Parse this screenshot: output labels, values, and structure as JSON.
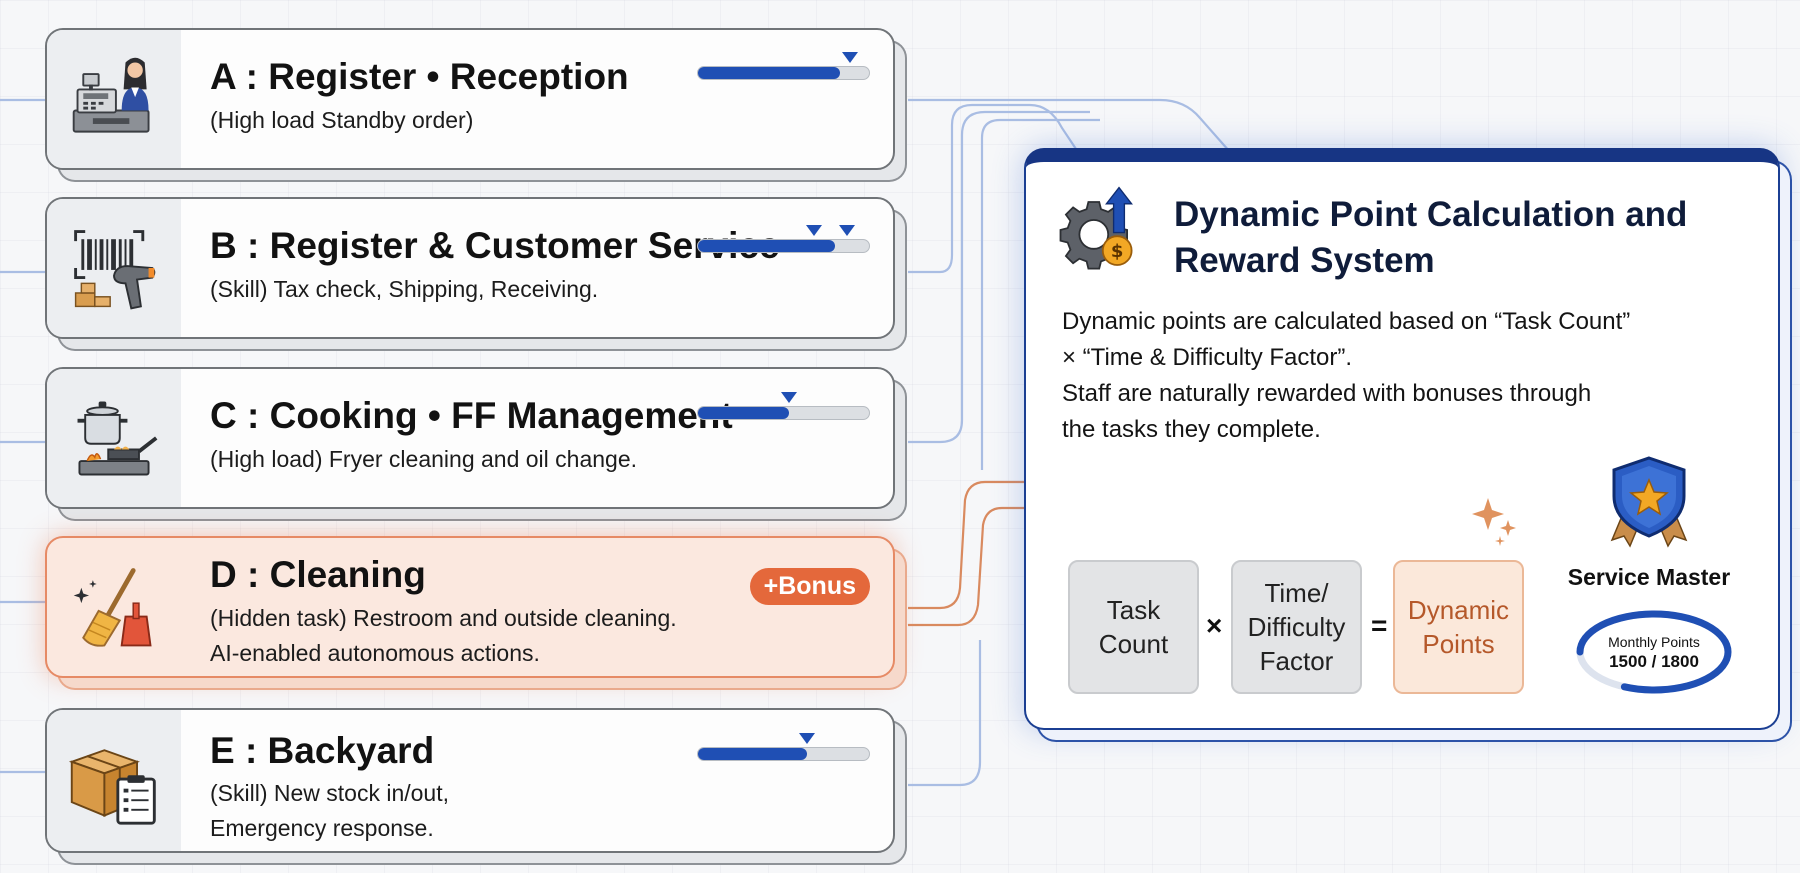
{
  "tasks": [
    {
      "id": "a",
      "title": "A : Register • Reception",
      "desc": [
        "(High load Standby order)"
      ],
      "progress": 0.83,
      "markers": [
        0.89
      ]
    },
    {
      "id": "b",
      "title": "B : Register & Customer Service",
      "desc": [
        "(Skill) Tax check, Shipping, Receiving."
      ],
      "progress": 0.8,
      "markers": [
        0.68,
        0.87
      ]
    },
    {
      "id": "c",
      "title": "C : Cooking • FF Management",
      "desc": [
        "(High load) Fryer cleaning and oil change."
      ],
      "progress": 0.53,
      "markers": [
        0.53
      ]
    },
    {
      "id": "d",
      "title": "D : Cleaning",
      "desc": [
        "(Hidden task) Restroom and outside cleaning.",
        "AI-enabled autonomous actions."
      ],
      "bonus": "+Bonus"
    },
    {
      "id": "e",
      "title": "E : Backyard",
      "desc": [
        "(Skill) New stock in/out,",
        "Emergency response."
      ],
      "progress": 0.64,
      "markers": [
        0.64
      ]
    }
  ],
  "panel": {
    "title": "Dynamic Point Calculation and Reward System",
    "desc": [
      "Dynamic points are calculated based on “Task Count”",
      "× “Time & Difficulty Factor”.",
      "Staff are naturally rewarded with bonuses through",
      "the tasks they complete."
    ],
    "formula": {
      "box1": [
        "Task",
        "Count"
      ],
      "times": "×",
      "box2": [
        "Time/",
        "Difficulty",
        "Factor"
      ],
      "equals": "=",
      "box3": [
        "Dynamic",
        "Points"
      ]
    },
    "badge": {
      "label": "Service Master",
      "meter_label": "Monthly Points",
      "meter_value": "1500 / 1800",
      "current": 1500,
      "max": 1800
    }
  },
  "icons": {
    "a": "cash-register-cashier-icon",
    "b": "barcode-scanner-boxes-icon",
    "c": "pot-fryer-stove-icon",
    "d": "broom-dustpan-icon",
    "e": "cardboard-box-clipboard-icon",
    "panel": "gear-dollar-arrow-icon",
    "badge": "shield-star-icon"
  },
  "colors": {
    "accent_blue": "#1f4fb4",
    "panel_navy": "#173584",
    "bonus_orange": "#e4683b",
    "highlight_peach": "#fbe8df"
  }
}
